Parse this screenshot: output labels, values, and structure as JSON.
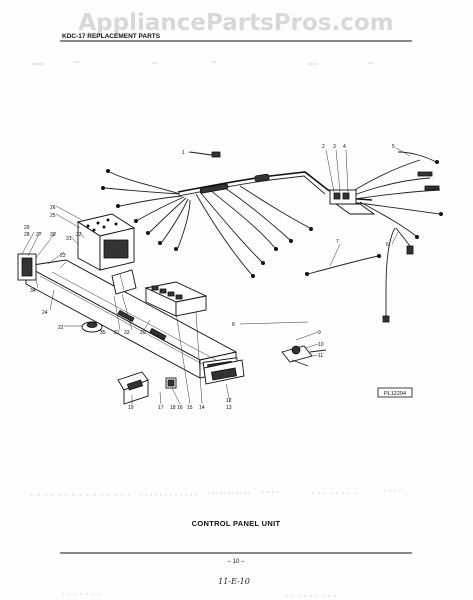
{
  "watermark": "AppliancePartsPros.com",
  "header": {
    "title": "KDC-17 REPLACEMENT PARTS"
  },
  "diagram": {
    "ref_code": "PL12294",
    "callouts": [
      {
        "id": "c1",
        "text": "1"
      },
      {
        "id": "c2",
        "text": "2"
      },
      {
        "id": "c3",
        "text": "3"
      },
      {
        "id": "c4",
        "text": "4"
      },
      {
        "id": "c5",
        "text": "5"
      },
      {
        "id": "c6",
        "text": "6"
      },
      {
        "id": "c7",
        "text": "7"
      },
      {
        "id": "c8",
        "text": "8"
      },
      {
        "id": "c9",
        "text": "9"
      },
      {
        "id": "c10",
        "text": "10"
      },
      {
        "id": "c11",
        "text": "11"
      },
      {
        "id": "c12",
        "text": "12"
      },
      {
        "id": "c13",
        "text": "13"
      },
      {
        "id": "c14",
        "text": "14"
      },
      {
        "id": "c15",
        "text": "15"
      },
      {
        "id": "c16",
        "text": "16"
      },
      {
        "id": "c17",
        "text": "17"
      },
      {
        "id": "c18",
        "text": "18"
      },
      {
        "id": "c19",
        "text": "19"
      },
      {
        "id": "c20",
        "text": "20"
      },
      {
        "id": "c21",
        "text": "21"
      },
      {
        "id": "c22",
        "text": "22"
      },
      {
        "id": "c23",
        "text": "23"
      },
      {
        "id": "c24",
        "text": "24"
      },
      {
        "id": "c25",
        "text": "25"
      },
      {
        "id": "c26",
        "text": "26"
      },
      {
        "id": "c27",
        "text": "27"
      },
      {
        "id": "c28",
        "text": "28"
      },
      {
        "id": "c29",
        "text": "29"
      },
      {
        "id": "c30",
        "text": "30"
      },
      {
        "id": "c31",
        "text": "31"
      },
      {
        "id": "c32",
        "text": "32"
      },
      {
        "id": "c33",
        "text": "33"
      },
      {
        "id": "c34",
        "text": "34"
      },
      {
        "id": "c35",
        "text": "35"
      }
    ]
  },
  "caption": "CONTROL PANEL UNIT",
  "page_number": "– 10 –",
  "handwritten": "11-E-10"
}
